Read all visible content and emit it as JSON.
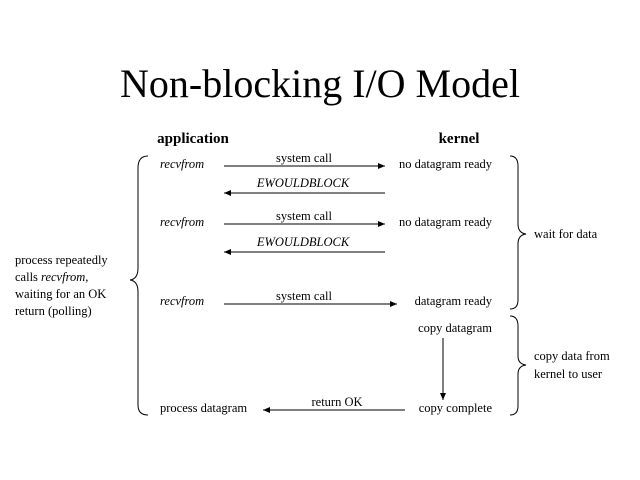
{
  "title": "Non-blocking I/O Model",
  "headers": {
    "application": "application",
    "kernel": "kernel"
  },
  "rows": [
    {
      "app": "recvfrom",
      "call": "system call",
      "kernel": "no datagram ready",
      "reply": "EWOULDBLOCK"
    },
    {
      "app": "recvfrom",
      "call": "system call",
      "kernel": "no datagram ready",
      "reply": "EWOULDBLOCK"
    },
    {
      "app": "recvfrom",
      "call": "system call",
      "kernel": "datagram ready"
    }
  ],
  "copy": {
    "start": "copy datagram",
    "end": "copy complete",
    "return_label": "return OK",
    "app_end": "process datagram"
  },
  "braces": {
    "wait": "wait for data",
    "copy_line1": "copy data from",
    "copy_line2": "kernel to user"
  },
  "left_note": {
    "line1": "process repeatedly",
    "line2_pre": "calls ",
    "line2_it": "recvfrom",
    "line2_post": ",",
    "line3": "waiting for an OK",
    "line4": "return (polling)"
  }
}
